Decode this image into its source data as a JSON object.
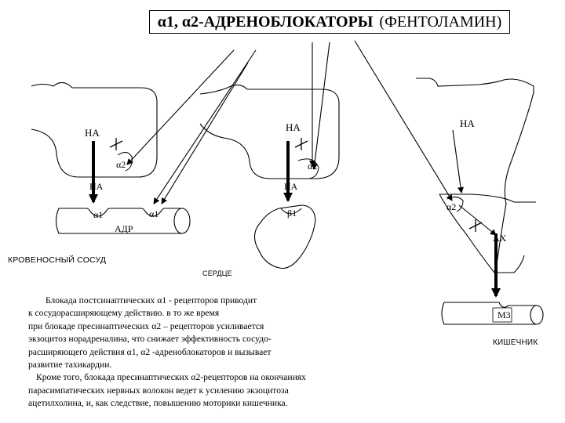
{
  "title": {
    "bold": "α1, α2-АДРЕНОБЛОКАТОРЫ",
    "normal": "(ФЕНТОЛАМИН)"
  },
  "labels": {
    "na": "НА",
    "alpha1": "α1",
    "alpha2": "α2",
    "beta1": "β1",
    "adr": "АДР",
    "ach": "АХ",
    "m3": "М3",
    "vessel": "КРОВЕНОСНЫЙ СОСУД",
    "heart": "СЕРДЦЕ",
    "intestine": "КИШЕЧНИК"
  },
  "paragraph": [
    "Блокада постсинаптических    α1 - рецепторов приводит",
    "к сосудорасширяющему действию. в то же время",
    "при блокаде пресинаптических α2 – рецепторов усиливается",
    "экзоцитоз норадреналина, что снижает эффективность сосудо-",
    "расширяющего действия α1, α2 -адреноблокаторов и вызывает",
    "развитие тахикардии.",
    "Кроме того,  блокада пресинаптических α2-рецепторов на окончаниях",
    "парасимпатических нервных волокон ведет к усилению экзоцитоза",
    "ацетилхолина, и, как следствие, повышению моторики кишечника."
  ]
}
